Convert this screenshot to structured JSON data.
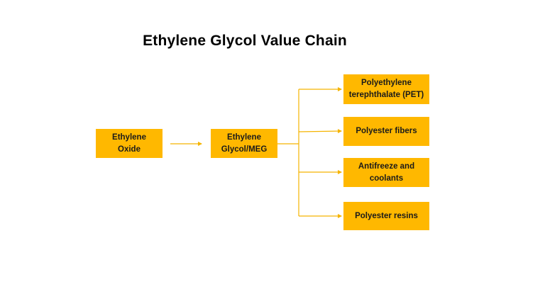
{
  "title": "Ethylene Glycol Value Chain",
  "colors": {
    "node_fill": "#FFB800",
    "connector": "#F5B400",
    "text": "#1a1a1a",
    "background": "#ffffff"
  },
  "nodes": {
    "source": {
      "label": "Ethylene Oxide"
    },
    "intermediate": {
      "label": "Ethylene Glycol/MEG"
    },
    "products": [
      {
        "label": "Polyethylene terephthalate (PET)"
      },
      {
        "label": "Polyester fibers"
      },
      {
        "label": "Antifreeze and coolants"
      },
      {
        "label": "Polyester resins"
      }
    ]
  }
}
